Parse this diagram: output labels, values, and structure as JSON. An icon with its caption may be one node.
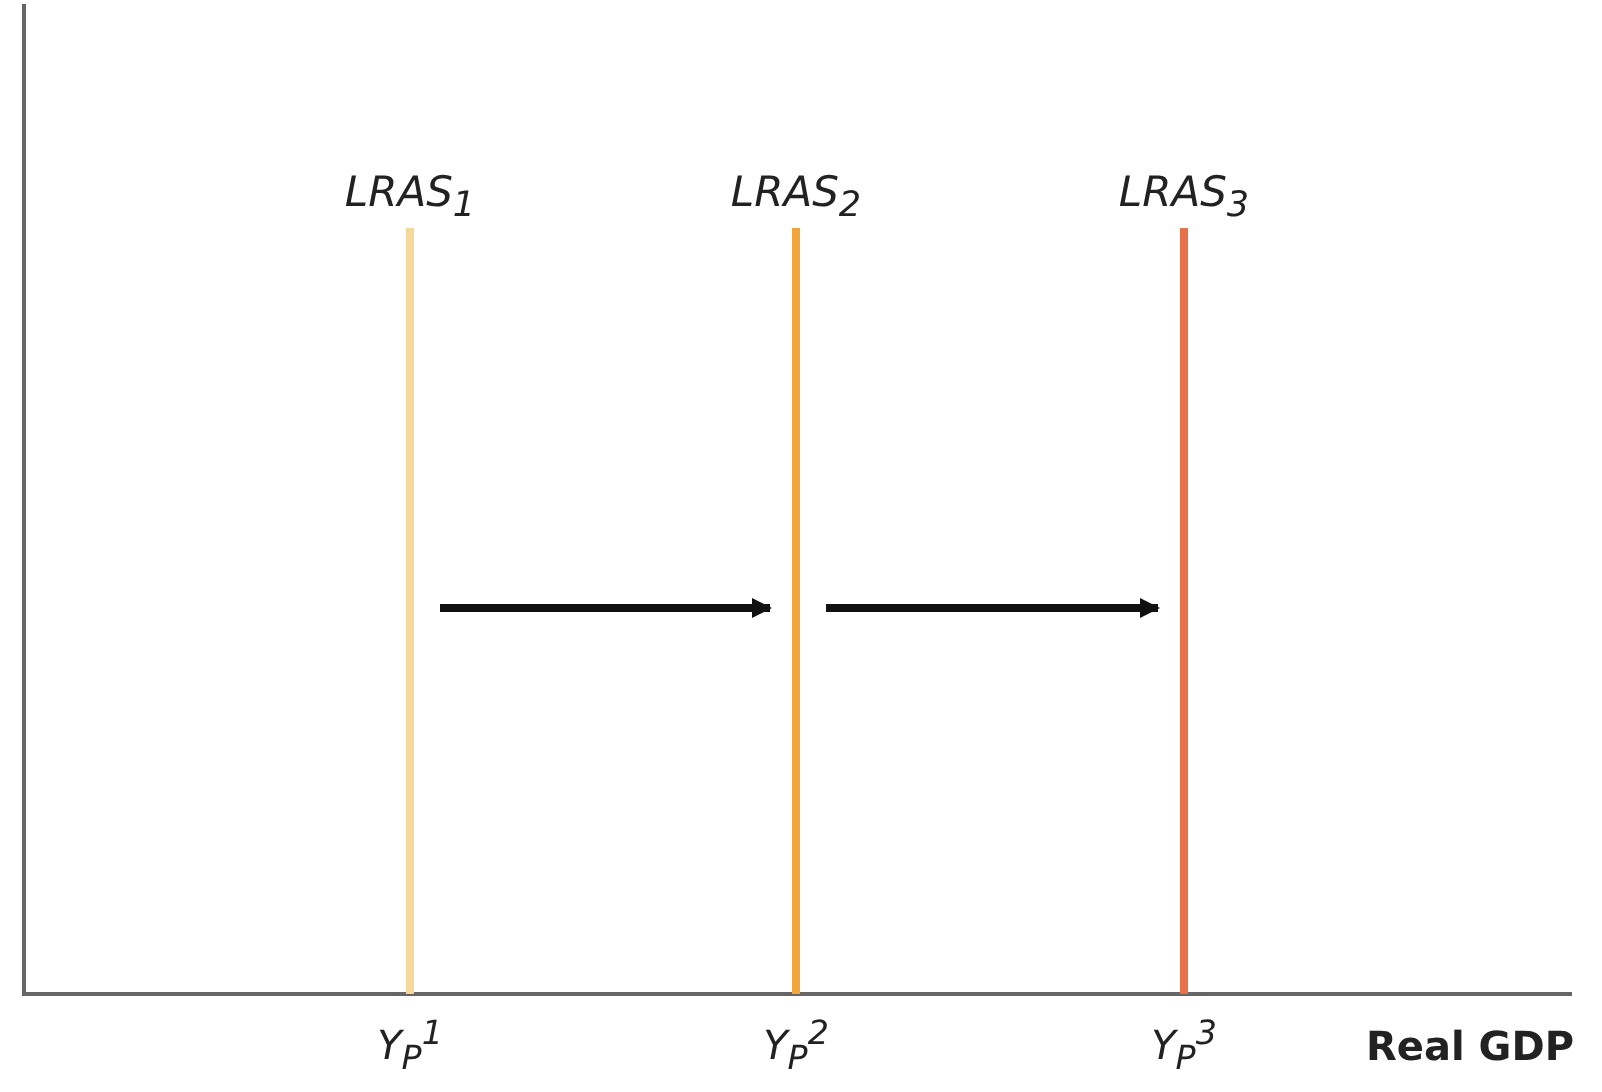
{
  "diagram": {
    "nodes": [
      {
        "text": [
          "LRAS$_{1}$"
        ]
      },
      {
        "text": [
          "LRAS$_{2}$"
        ]
      },
      {
        "text": [
          "LRAS$_{3}$"
        ]
      }
    ],
    "edges": [
      {
        "from": 0,
        "to": 1,
        "arrow": "to"
      },
      {
        "from": 1,
        "to": 2,
        "arrow": "to"
      }
    ],
    "labels": [
      "Y$_{P}$$^{1}$",
      "Y$_{P}$$^{2}$",
      "Y$_{P}$$^{3}$",
      "Real GDP"
    ]
  }
}
